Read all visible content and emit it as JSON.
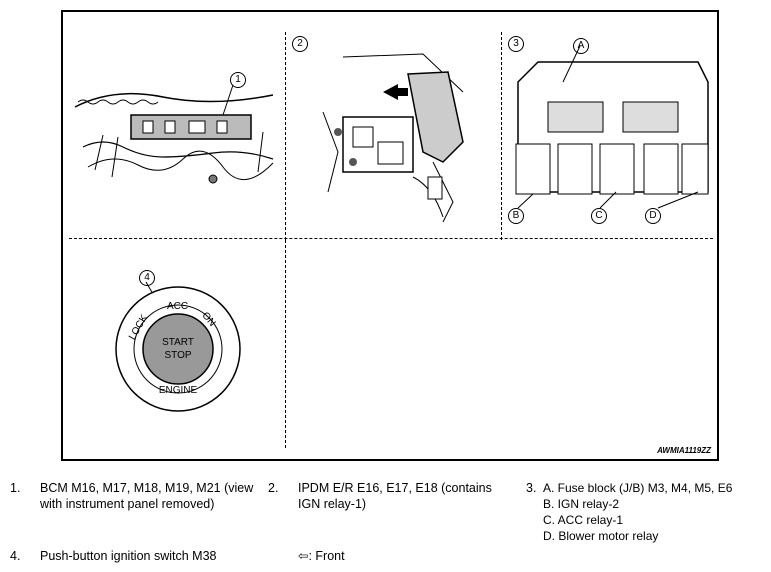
{
  "figure": {
    "code": "AWMIA1119ZZ",
    "panel_labels": [
      "1",
      "2",
      "3",
      "4"
    ],
    "relay_labels": {
      "a": "A",
      "b": "B",
      "c": "C",
      "d": "D"
    },
    "switch_text": {
      "lock": "LOCK",
      "acc": "ACC",
      "on": "ON",
      "start": "START",
      "stop": "STOP",
      "engine": "ENGINE"
    }
  },
  "legend": [
    {
      "num": "1.",
      "lines": [
        "BCM M16, M17, M18, M19, M21 (view",
        "with instrument panel removed)"
      ]
    },
    {
      "num": "2.",
      "lines": [
        "IPDM E/R E16, E17, E18 (contains",
        "IGN relay-1)"
      ]
    },
    {
      "num": "3.",
      "lines": [
        "A. Fuse block (J/B) M3, M4, M5, E6",
        "B. IGN relay-2",
        "C. ACC relay-1",
        "D. Blower motor relay"
      ]
    },
    {
      "num": "4.",
      "lines": [
        "Push-button ignition switch M38"
      ]
    },
    {
      "num": "",
      "lines": [
        "⇦: Front"
      ]
    }
  ]
}
